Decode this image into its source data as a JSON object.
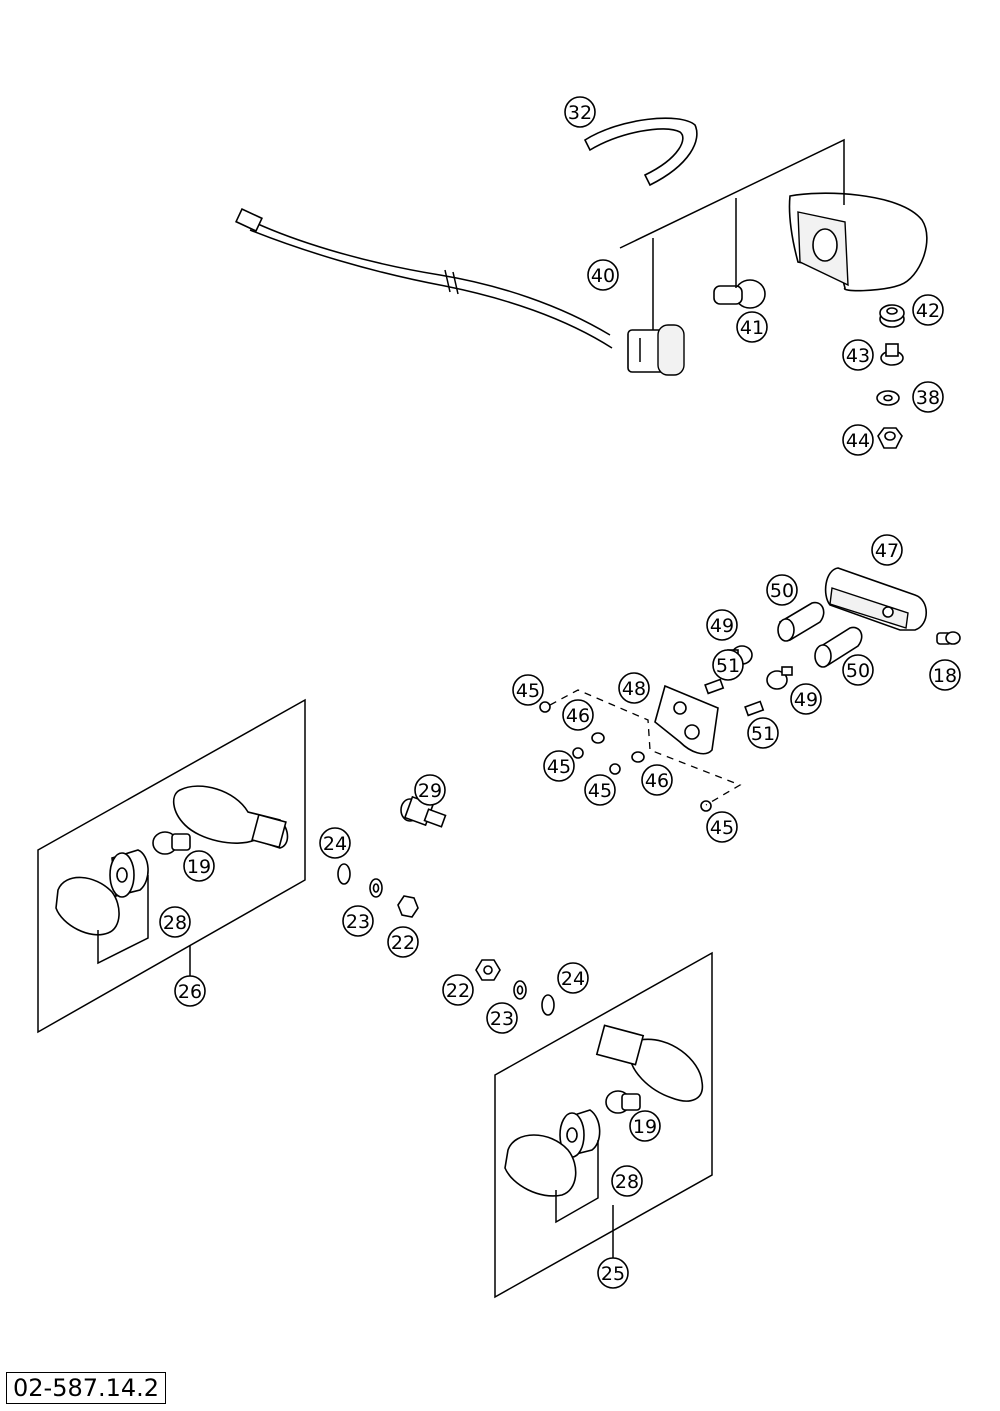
{
  "drawing_number": "02-587.14.2",
  "callouts": {
    "c32": "32",
    "c40": "40",
    "c41": "41",
    "c42": "42",
    "c43": "43",
    "c38": "38",
    "c44": "44",
    "c47": "47",
    "c50a": "50",
    "c50b": "50",
    "c49a": "49",
    "c49b": "49",
    "c51a": "51",
    "c51b": "51",
    "c18": "18",
    "c48": "48",
    "c45a": "45",
    "c45b": "45",
    "c45c": "45",
    "c45d": "45",
    "c46a": "46",
    "c46b": "46",
    "c29": "29",
    "c24a": "24",
    "c23a": "23",
    "c22a": "22",
    "c19a": "19",
    "c28a": "28",
    "c26": "26",
    "c22b": "22",
    "c23b": "23",
    "c24b": "24",
    "c19b": "19",
    "c28b": "28",
    "c25": "25"
  }
}
